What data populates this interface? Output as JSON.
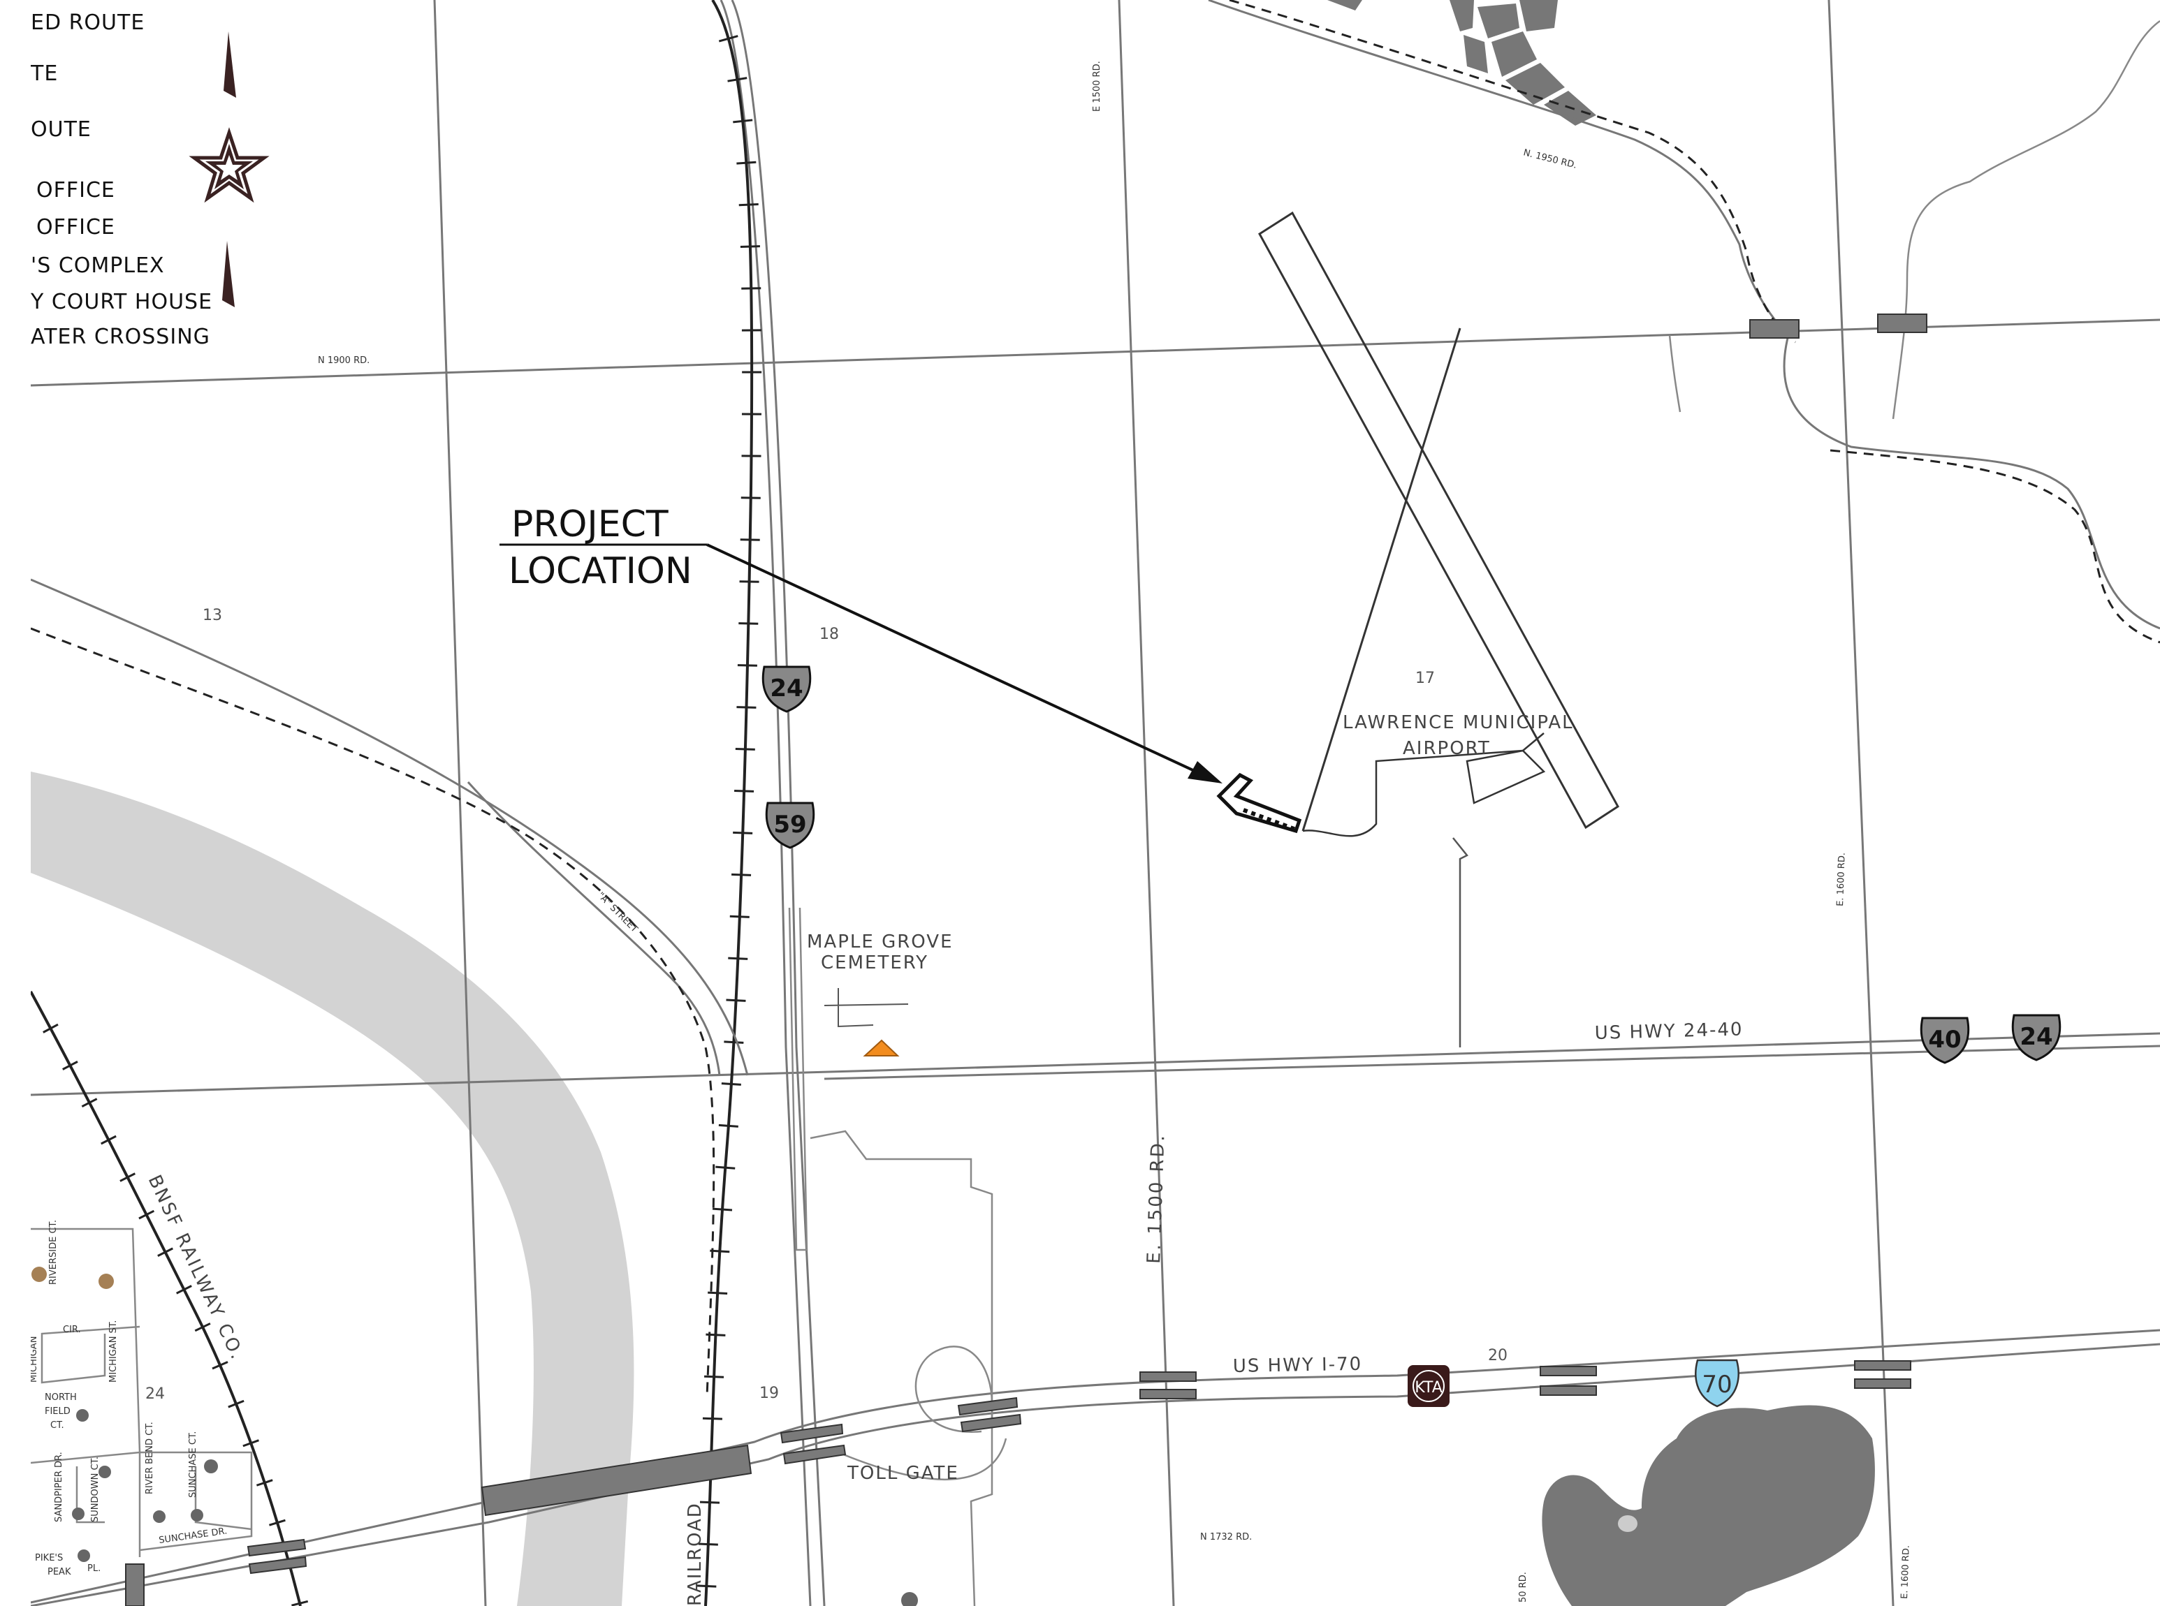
{
  "legend": {
    "items": [
      "ED ROUTE",
      "TE",
      "OUTE",
      "OFFICE",
      "OFFICE",
      "'S COMPLEX",
      "Y COURT HOUSE",
      "ATER CROSSING"
    ]
  },
  "callout": {
    "line1": "PROJECT",
    "line2": "LOCATION"
  },
  "roads": {
    "n1900": "N 1900 RD.",
    "n1950": "N. 1950 RD.",
    "e1500_top": "E 1500 RD.",
    "e1500_main": "E. 1500 RD.",
    "e1600_mid": "E. 1600 RD.",
    "e1600_bot": "E. 1600 RD.",
    "n1732": "N 1732 RD.",
    "us2440": "US HWY 24-40",
    "i70": "US HWY I-70",
    "a_street": "\"A\"      STREET",
    "bottom_partial": "50 RD."
  },
  "places": {
    "airport_l1": "LAWRENCE MUNICIPAL",
    "airport_l2": "AIRPORT",
    "cemetery_l1": "MAPLE GROVE",
    "cemetery_l2": "CEMETERY",
    "toll_gate": "TOLL GATE",
    "bnsf": "BNSF RAILWAY CO.",
    "railroad": "RAILROAD"
  },
  "sections": {
    "s13": "13",
    "s17": "17",
    "s18": "18",
    "s19": "19",
    "s20": "20",
    "s24": "24"
  },
  "shields": {
    "us24_a": "24",
    "us59": "59",
    "us40": "40",
    "us24_b": "24",
    "i70": "70",
    "kta": "KTA"
  },
  "streets": {
    "riverside": "RIVERSIDE CT.",
    "cir": "CIR.",
    "michigan": "MICHIGAN",
    "michigan_st": "MICHIGAN ST.",
    "north_field_1": "NORTH",
    "north_field_2": "FIELD",
    "north_field_3": "CT.",
    "sandpiper": "SANDPIPER DR.",
    "sundown": "SUNDOWN CT.",
    "river_bend": "RIVER BEND CT.",
    "sunchase_ct": "SUNCHASE CT.",
    "sunchase_dr": "SUNCHASE      DR.",
    "pikes_1": "PIKE'S",
    "pikes_2": "PEAK",
    "pikes_3": "PL."
  },
  "colors": {
    "river": "#d3d3d3",
    "lake": "#777777",
    "bridge": "#7a7a7a",
    "marker": "#f28c1e",
    "interstate_shield": "#8fd3ee",
    "north_arrow": "#3a2222"
  }
}
